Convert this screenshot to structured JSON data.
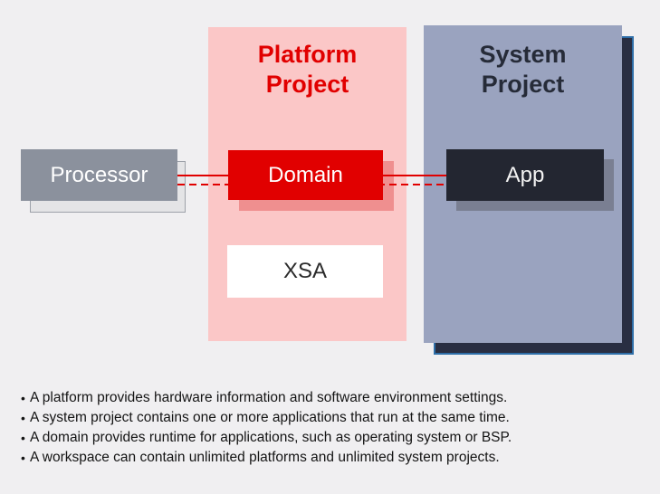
{
  "colors": {
    "background": "#f0eff1",
    "platform_fill": "#fbc7c7",
    "platform_title_red": "#e10000",
    "system_fill": "#9aa3bf",
    "system_title_navy": "#262b38",
    "system_shadow_fill": "#292e42",
    "system_shadow_border_blue": "#2e6ea8",
    "processor_fill": "#8b919d",
    "processor_shadow_fill": "#e4e4e6",
    "domain_fill": "#e10000",
    "domain_shadow_fill": "#ef8f8f",
    "app_fill": "#232631",
    "app_shadow_fill": "#7a7f92",
    "xsa_fill": "#ffffff",
    "connector_red": "#e10000"
  },
  "diagram": {
    "platform_group": {
      "title": "Platform\nProject"
    },
    "system_group": {
      "title": "System\nProject"
    },
    "processor_label": "Processor",
    "domain_label": "Domain",
    "app_label": "App",
    "xsa_label": "XSA"
  },
  "bullet_char": "•",
  "notes": [
    "A platform provides hardware information and software environment settings.",
    "A system project contains one or more applications that run at the same time.",
    "A domain provides runtime for applications, such as operating system or BSP.",
    "A workspace can contain unlimited platforms and unlimited system projects."
  ]
}
